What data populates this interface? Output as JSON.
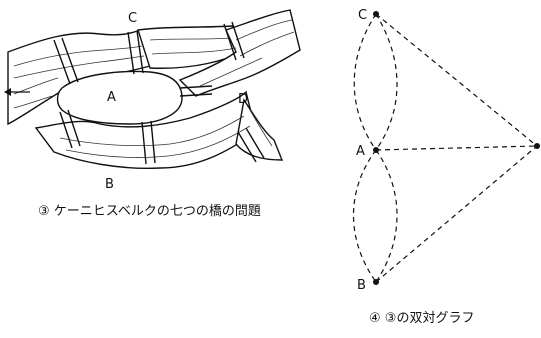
{
  "left_figure": {
    "labels": {
      "a": "A",
      "b": "B",
      "c": "C",
      "d": "D"
    },
    "caption": "③ ケーニヒスベルクの七つの橋の問題",
    "bridge_count": 7
  },
  "right_figure": {
    "labels": {
      "a": "A",
      "b": "B",
      "c": "C"
    },
    "caption": "④ ③の双対グラフ"
  }
}
